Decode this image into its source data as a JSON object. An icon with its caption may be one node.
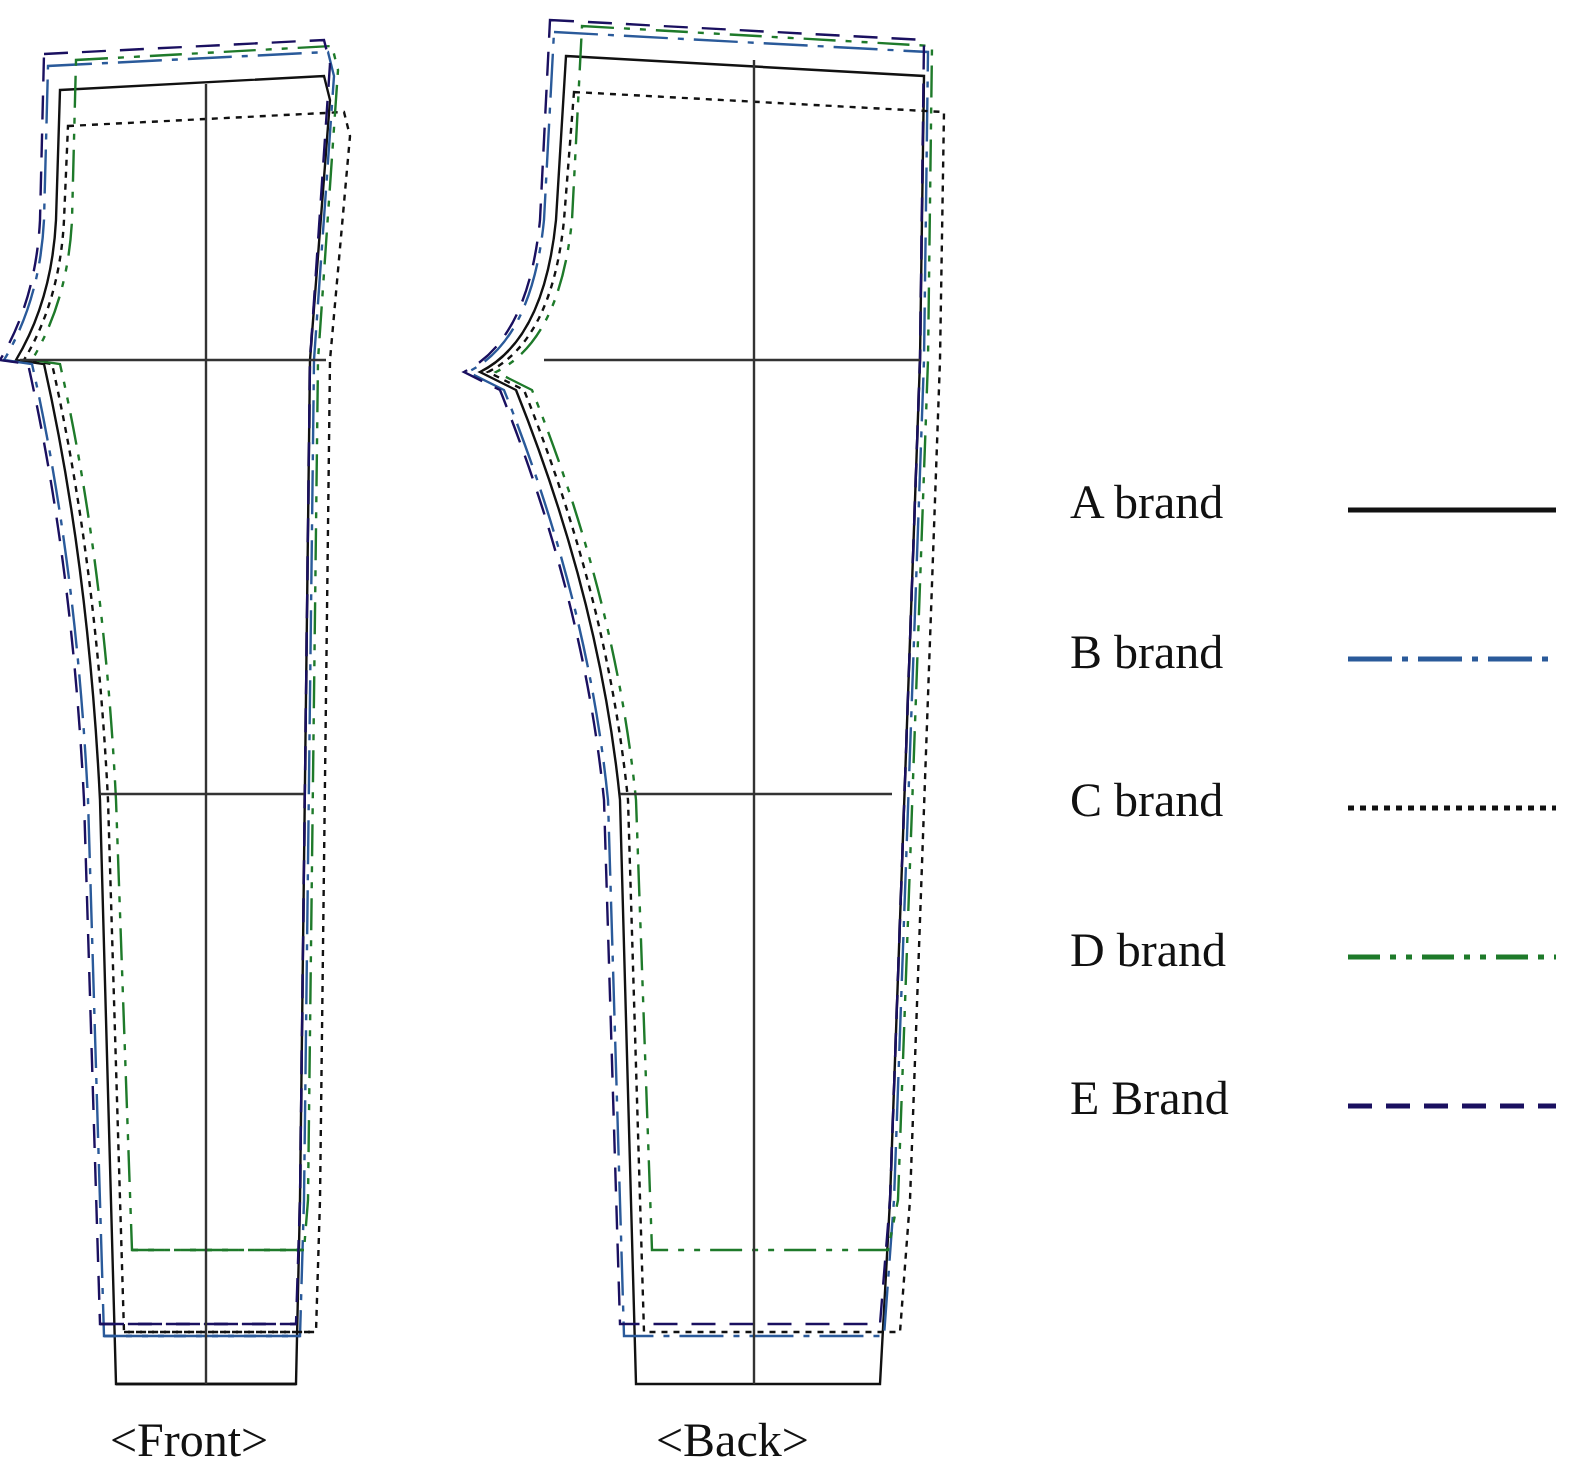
{
  "diagram": {
    "labels": [
      "<Front>",
      "<Back>"
    ],
    "legend": [
      {
        "text": "A brand"
      },
      {
        "text": "B brand"
      },
      {
        "text": "C brand"
      },
      {
        "text": "D brand"
      },
      {
        "text": "E Brand"
      }
    ]
  }
}
